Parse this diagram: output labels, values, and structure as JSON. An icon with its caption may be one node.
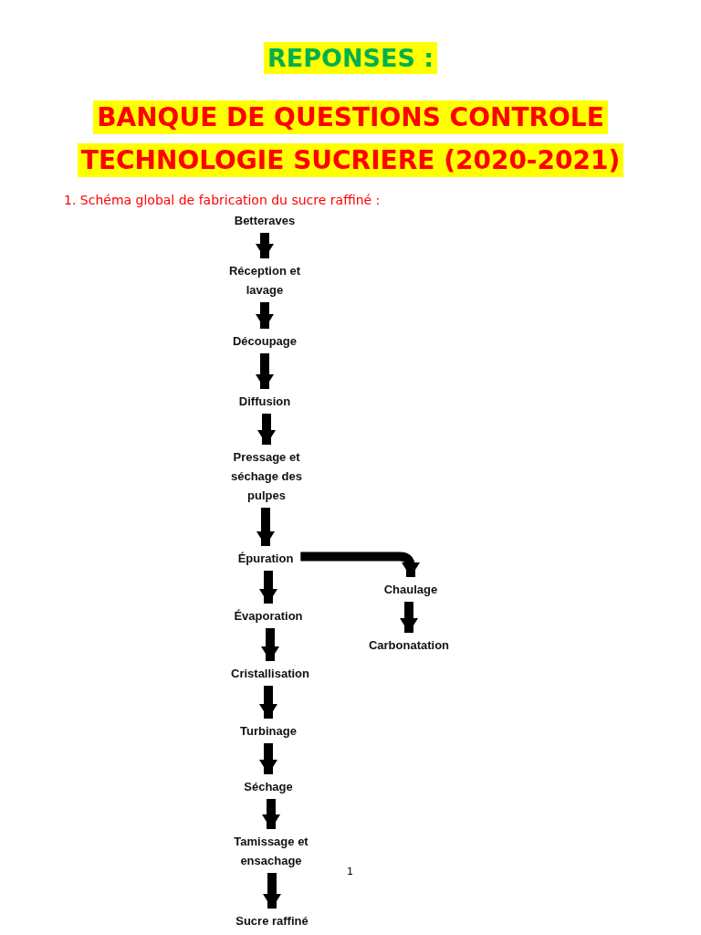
{
  "diagram": {
    "title": "REPONSES :",
    "nodes": [
      {
        "text": [
          "Betteraves"
        ]
      },
      {
        "text": [
          "Réception et lavage"
        ]
      },
      {
        "text": [
          "Découpage"
        ]
      },
      {
        "text": [
          "Diffusion"
        ]
      },
      {
        "text": [
          "Pressage et séchage des pulpes"
        ]
      },
      {
        "text": [
          "Épuration"
        ]
      },
      {
        "text": [
          "Évaporation"
        ]
      },
      {
        "text": [
          "Cristallisation"
        ]
      },
      {
        "text": [
          "Turbinage"
        ]
      },
      {
        "text": [
          "Séchage"
        ]
      },
      {
        "text": [
          "Tamissage et ensachage"
        ]
      },
      {
        "text": [
          "Sucre raffiné"
        ]
      },
      {
        "text": [
          "Chaulage"
        ]
      },
      {
        "text": [
          "Carbonatation"
        ]
      }
    ],
    "edges": [
      {
        "from": 0,
        "to": 1,
        "arrow": "to"
      },
      {
        "from": 1,
        "to": 2,
        "arrow": "to"
      },
      {
        "from": 2,
        "to": 3,
        "arrow": "to"
      },
      {
        "from": 3,
        "to": 4,
        "arrow": "to"
      },
      {
        "from": 4,
        "to": 5,
        "arrow": "to"
      },
      {
        "from": 5,
        "to": 6,
        "arrow": "to"
      },
      {
        "from": 6,
        "to": 7,
        "arrow": "to"
      },
      {
        "from": 7,
        "to": 8,
        "arrow": "to"
      },
      {
        "from": 8,
        "to": 9,
        "arrow": "to"
      },
      {
        "from": 9,
        "to": 10,
        "arrow": "to"
      },
      {
        "from": 10,
        "to": 11,
        "arrow": "to"
      },
      {
        "from": 5,
        "to": 12,
        "arrow": "to"
      },
      {
        "from": 12,
        "to": 13,
        "arrow": "to"
      }
    ],
    "labels": [
      "BANQUE DE QUESTIONS CONTROLE TECHNOLOGIE SUCRIERE (2020-2021)",
      "1. Schéma global de fabrication du sucre raffiné :",
      "1"
    ]
  }
}
